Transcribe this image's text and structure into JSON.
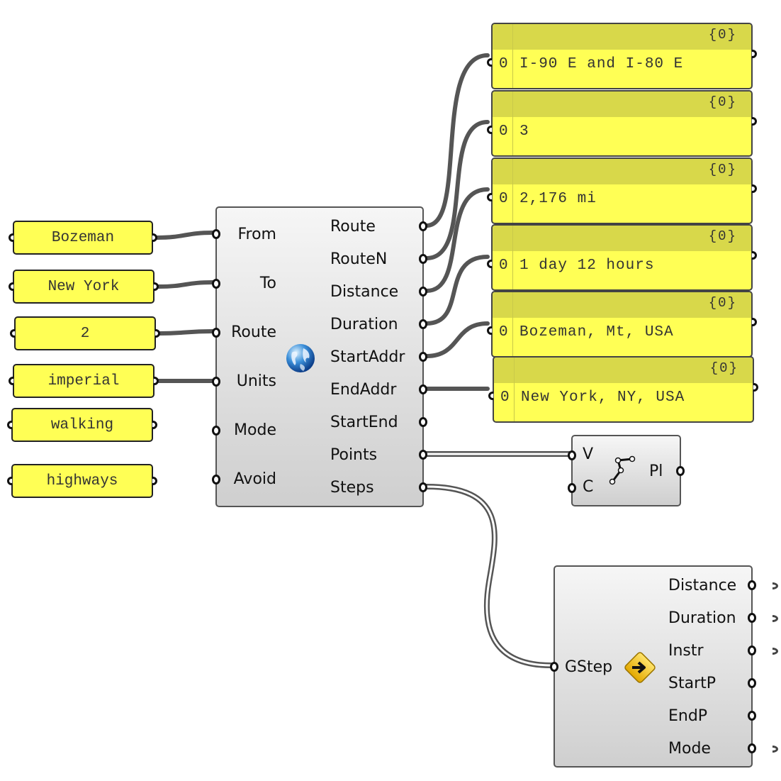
{
  "inputs": [
    {
      "value": "Bozeman"
    },
    {
      "value": "New York"
    },
    {
      "value": "2"
    },
    {
      "value": "imperial"
    },
    {
      "value": "walking"
    },
    {
      "value": "highways"
    }
  ],
  "directions": {
    "icon": "globe-icon",
    "inputs": [
      "From",
      "To",
      "Route",
      "Units",
      "Mode",
      "Avoid"
    ],
    "outputs": [
      "Route",
      "RouteN",
      "Distance",
      "Duration",
      "StartAddr",
      "EndAddr",
      "StartEnd",
      "Points",
      "Steps"
    ]
  },
  "results": [
    {
      "tag": "{0}",
      "index": "0",
      "value": "I-90 E and I-80 E"
    },
    {
      "tag": "{0}",
      "index": "0",
      "value": "3"
    },
    {
      "tag": "{0}",
      "index": "0",
      "value": "2,176 mi"
    },
    {
      "tag": "{0}",
      "index": "0",
      "value": "1 day 12 hours"
    },
    {
      "tag": "{0}",
      "index": "0",
      "value": "Bozeman, Mt, USA"
    },
    {
      "tag": "{0}",
      "index": "0",
      "value": "New York, NY, USA"
    }
  ],
  "polyline": {
    "icon": "polyline-icon",
    "inputs": [
      "V",
      "C"
    ],
    "output": "Pl"
  },
  "gstep": {
    "icon": "direction-arrow-icon",
    "input": "GStep",
    "outputs": [
      "Distance",
      "Duration",
      "Instr",
      "StartP",
      "EndP",
      "Mode"
    ]
  }
}
